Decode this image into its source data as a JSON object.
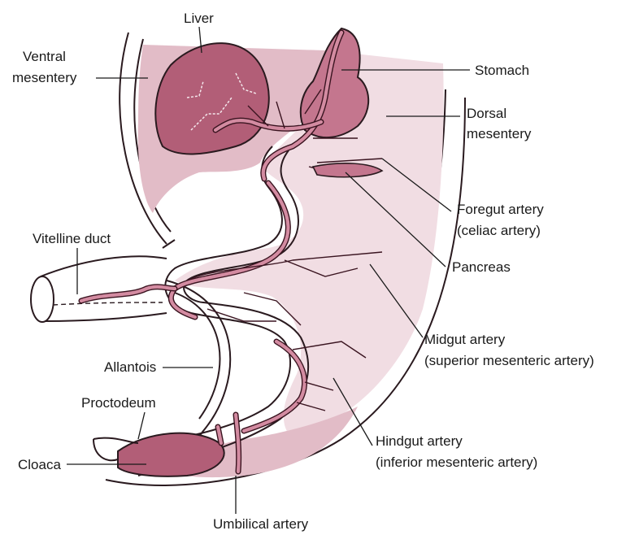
{
  "colors": {
    "mesentery": "#e2bcc7",
    "mesentery_light": "#f1dde3",
    "organ": "#c4768e",
    "organ_dark": "#b25e77",
    "vessel_fill": "#d38ba1",
    "outline": "#2a1a1f",
    "text": "#1a1a1a",
    "background": "#ffffff"
  },
  "labels": {
    "liver": "Liver",
    "ventral_mesentery_1": "Ventral",
    "ventral_mesentery_2": "mesentery",
    "stomach": "Stomach",
    "dorsal_mesentery_1": "Dorsal",
    "dorsal_mesentery_2": "mesentery",
    "foregut_artery_1": "Foregut artery",
    "foregut_artery_2": "(celiac artery)",
    "pancreas": "Pancreas",
    "vitelline_duct": "Vitelline duct",
    "midgut_artery_1": "Midgut artery",
    "midgut_artery_2": "(superior mesenteric artery)",
    "allantois": "Allantois",
    "proctodeum": "Proctodeum",
    "hindgut_artery_1": "Hindgut artery",
    "hindgut_artery_2": "(inferior mesenteric artery)",
    "cloaca": "Cloaca",
    "umbilical_artery": "Umbilical artery"
  }
}
